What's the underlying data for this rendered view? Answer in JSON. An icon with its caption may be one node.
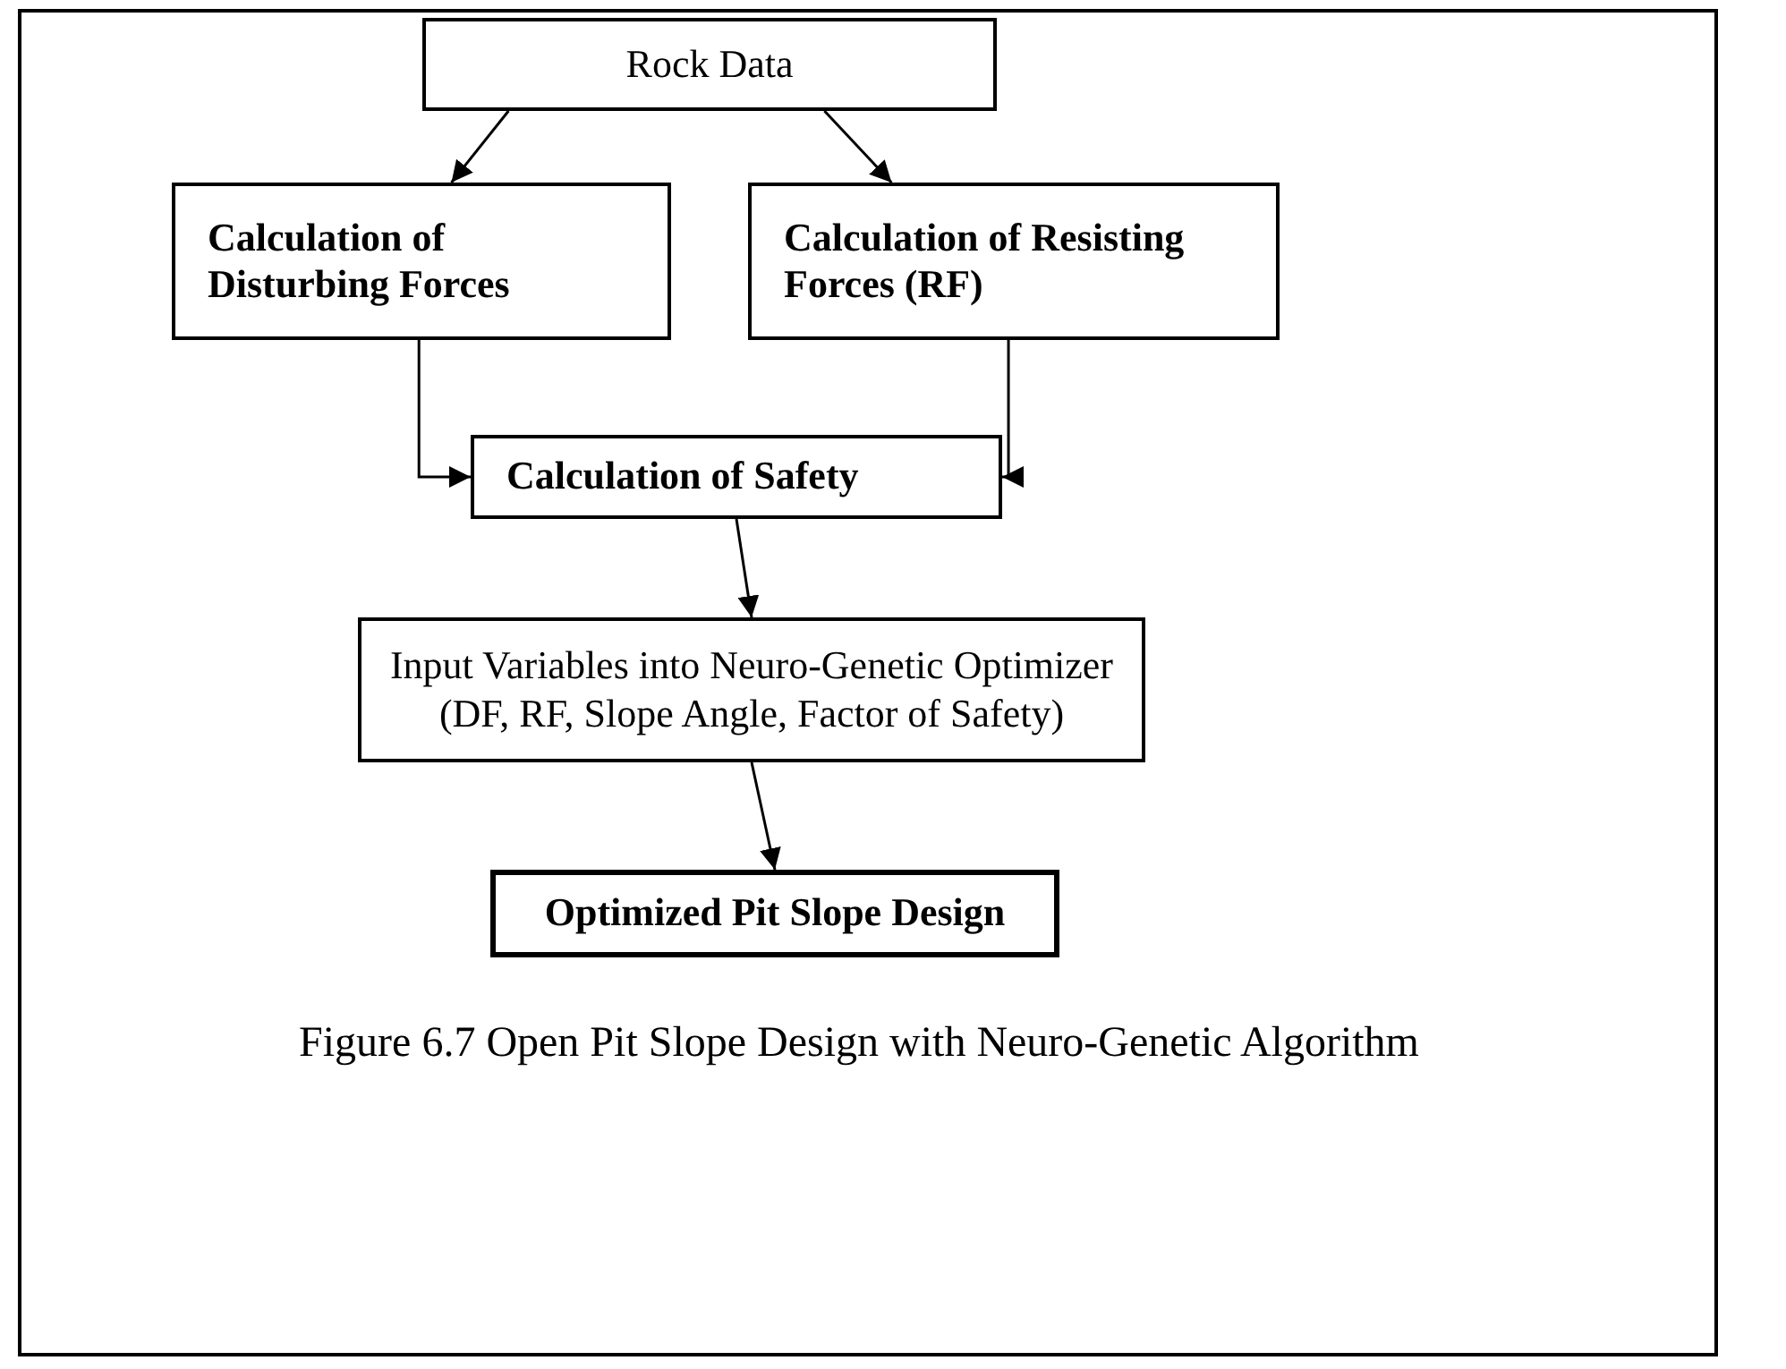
{
  "diagram": {
    "caption": "Figure 6.7 Open Pit Slope Design with Neuro-Genetic Algorithm",
    "nodes": [
      {
        "text": [
          "Rock Data"
        ]
      },
      {
        "text": [
          "Calculation of Disturbing Forces"
        ]
      },
      {
        "text": [
          "Calculation of Resisting Forces (RF)"
        ]
      },
      {
        "text": [
          "Calculation of Safety"
        ]
      },
      {
        "text": [
          "Input Variables into Neuro-Genetic Optimizer (DF, RF, Slope Angle, Factor of Safety)"
        ]
      },
      {
        "text": [
          "Optimized Pit Slope Design"
        ]
      }
    ],
    "edges": [
      {
        "from": 0,
        "to": 1,
        "arrow": "to"
      },
      {
        "from": 0,
        "to": 2,
        "arrow": "to"
      },
      {
        "from": 1,
        "to": 3,
        "arrow": "to"
      },
      {
        "from": 2,
        "to": 3,
        "arrow": "to"
      },
      {
        "from": 3,
        "to": 4,
        "arrow": "to"
      },
      {
        "from": 4,
        "to": 5,
        "arrow": "to"
      }
    ]
  }
}
